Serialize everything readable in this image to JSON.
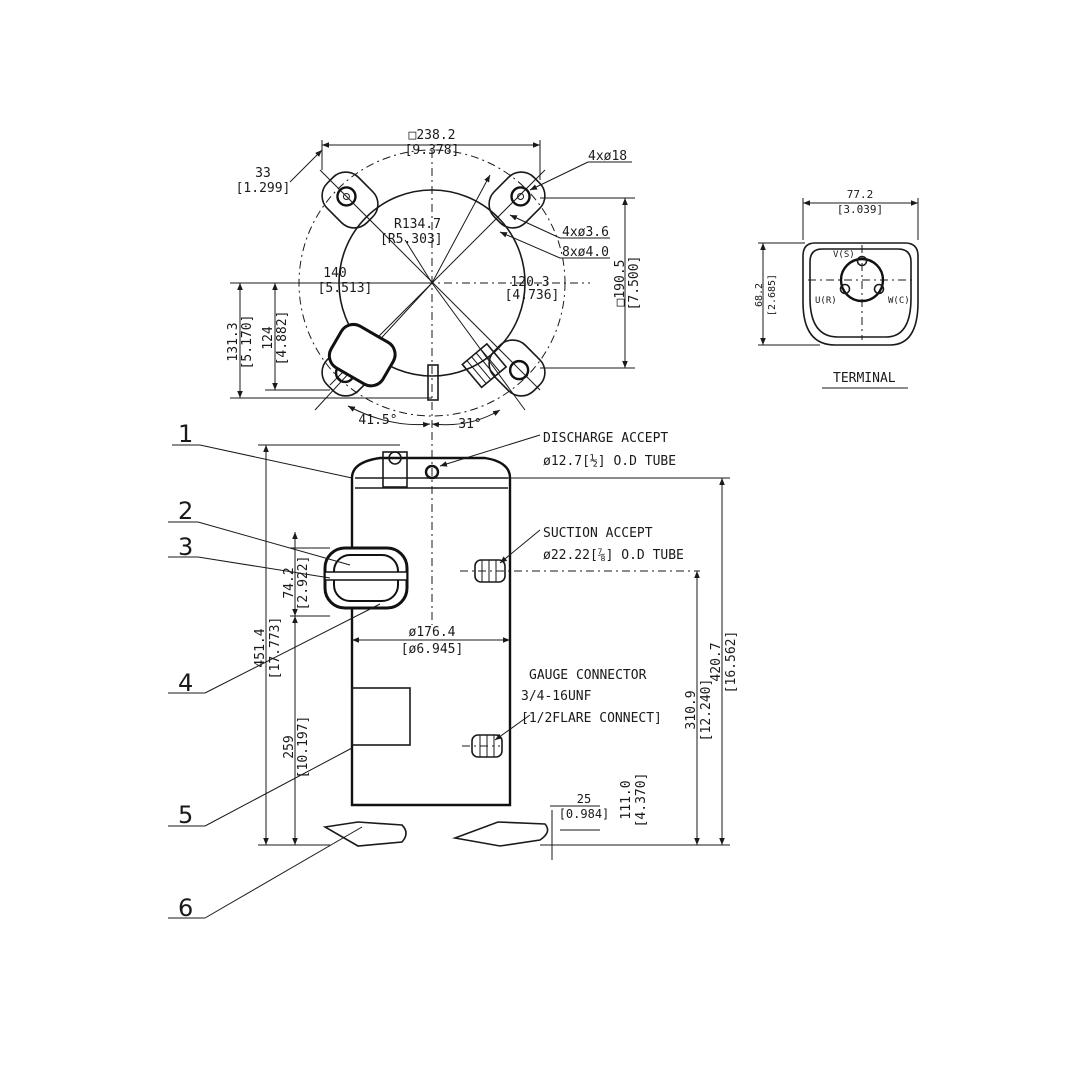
{
  "top_view": {
    "width_mm": "□238.2",
    "width_in": "[9.378]",
    "offset_mm": "33",
    "offset_in": "[1.299]",
    "radius_mm": "R134.7",
    "radius_in": "[R5.303]",
    "left_mm": "140",
    "left_in": "[5.513]",
    "right_mm": "120.3",
    "right_in": "[4.736]",
    "depth_mm": "□190.5",
    "depth_in": "[7.500]",
    "height1_mm": "131.3",
    "height1_in": "[5.170]",
    "height2_mm": "124",
    "height2_in": "[4.882]",
    "angle_left": "41.5°",
    "angle_right": "31°",
    "holes_mount": "4xø18",
    "holes_small": "4xø3.6",
    "holes_medium": "8xø4.0"
  },
  "terminal": {
    "width_mm": "77.2",
    "width_in": "[3.039]",
    "height_mm": "68.2",
    "height_in": "[2.685]",
    "pin_v": "V(S)",
    "pin_u": "U(R)",
    "pin_w": "W(C)",
    "title": "TERMINAL"
  },
  "front_view": {
    "discharge_label": "DISCHARGE ACCEPT",
    "discharge_spec": "ø12.7[½] O.D TUBE",
    "suction_label": "SUCTION ACCEPT",
    "suction_spec": "ø22.22[⅞] O.D TUBE",
    "gauge_label": "GAUGE CONNECTOR",
    "gauge_thread": "3/4-16UNF",
    "gauge_flare": "[1/2FLARE CONNECT]",
    "diameter_mm": "ø176.4",
    "diameter_in": "[ø6.945]",
    "total_height_mm": "451.4",
    "total_height_in": "[17.773]",
    "box_height_mm": "74.2",
    "box_height_in": "[2.922]",
    "box_pos_mm": "259",
    "box_pos_in": "[10.197]",
    "discharge_height_mm": "420.7",
    "discharge_height_in": "[16.562]",
    "suction_height_mm": "310.9",
    "suction_height_in": "[12.240]",
    "gauge_height_mm": "111.0",
    "gauge_height_in": "[4.370]",
    "foot_mm": "25",
    "foot_in": "[0.984]"
  },
  "callouts": [
    "1",
    "2",
    "3",
    "4",
    "5",
    "6"
  ]
}
